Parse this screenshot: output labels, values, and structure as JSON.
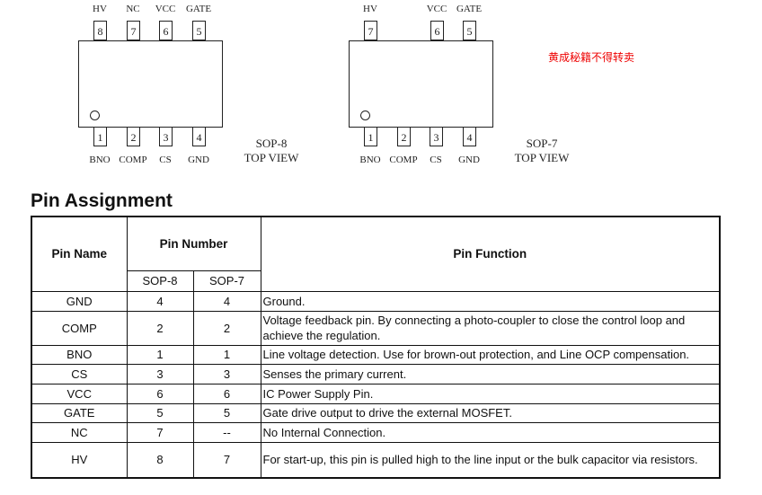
{
  "sop8": {
    "top_pins": [
      {
        "num": "8",
        "name": "HV"
      },
      {
        "num": "7",
        "name": "NC"
      },
      {
        "num": "6",
        "name": "VCC"
      },
      {
        "num": "5",
        "name": "GATE"
      }
    ],
    "bottom_pins": [
      {
        "num": "1",
        "name": "BNO"
      },
      {
        "num": "2",
        "name": "COMP"
      },
      {
        "num": "3",
        "name": "CS"
      },
      {
        "num": "4",
        "name": "GND"
      }
    ],
    "package": "SOP-8",
    "view": "TOP VIEW"
  },
  "sop7": {
    "top_pins": [
      {
        "num": "7",
        "name": "HV"
      },
      {
        "num": "6",
        "name": "VCC"
      },
      {
        "num": "5",
        "name": "GATE"
      }
    ],
    "bottom_pins": [
      {
        "num": "1",
        "name": "BNO"
      },
      {
        "num": "2",
        "name": "COMP"
      },
      {
        "num": "3",
        "name": "CS"
      },
      {
        "num": "4",
        "name": "GND"
      }
    ],
    "package": "SOP-7",
    "view": "TOP VIEW"
  },
  "watermark": "黄成秘籍不得转卖",
  "title": "Pin Assignment",
  "table": {
    "headers": {
      "pin_name": "Pin Name",
      "pin_number": "Pin Number",
      "sop8": "SOP-8",
      "sop7": "SOP-7",
      "function": "Pin Function"
    },
    "rows": [
      {
        "name": "GND",
        "sop8": "4",
        "sop7": "4",
        "func": "Ground."
      },
      {
        "name": "COMP",
        "sop8": "2",
        "sop7": "2",
        "func": "Voltage feedback pin. By connecting a photo-coupler to close the control loop and achieve the regulation."
      },
      {
        "name": "BNO",
        "sop8": "1",
        "sop7": "1",
        "func": "Line voltage detection. Use for brown-out protection, and Line OCP compensation."
      },
      {
        "name": "CS",
        "sop8": "3",
        "sop7": "3",
        "func": "Senses the primary current."
      },
      {
        "name": "VCC",
        "sop8": "6",
        "sop7": "6",
        "func": "IC Power Supply Pin."
      },
      {
        "name": "GATE",
        "sop8": "5",
        "sop7": "5",
        "func": "Gate drive output to drive the external MOSFET."
      },
      {
        "name": "NC",
        "sop8": "7",
        "sop7": "--",
        "func": "No Internal Connection."
      },
      {
        "name": "HV",
        "sop8": "8",
        "sop7": "7",
        "func": "For start-up, this pin is pulled high to the line input or the bulk capacitor via resistors."
      }
    ]
  }
}
